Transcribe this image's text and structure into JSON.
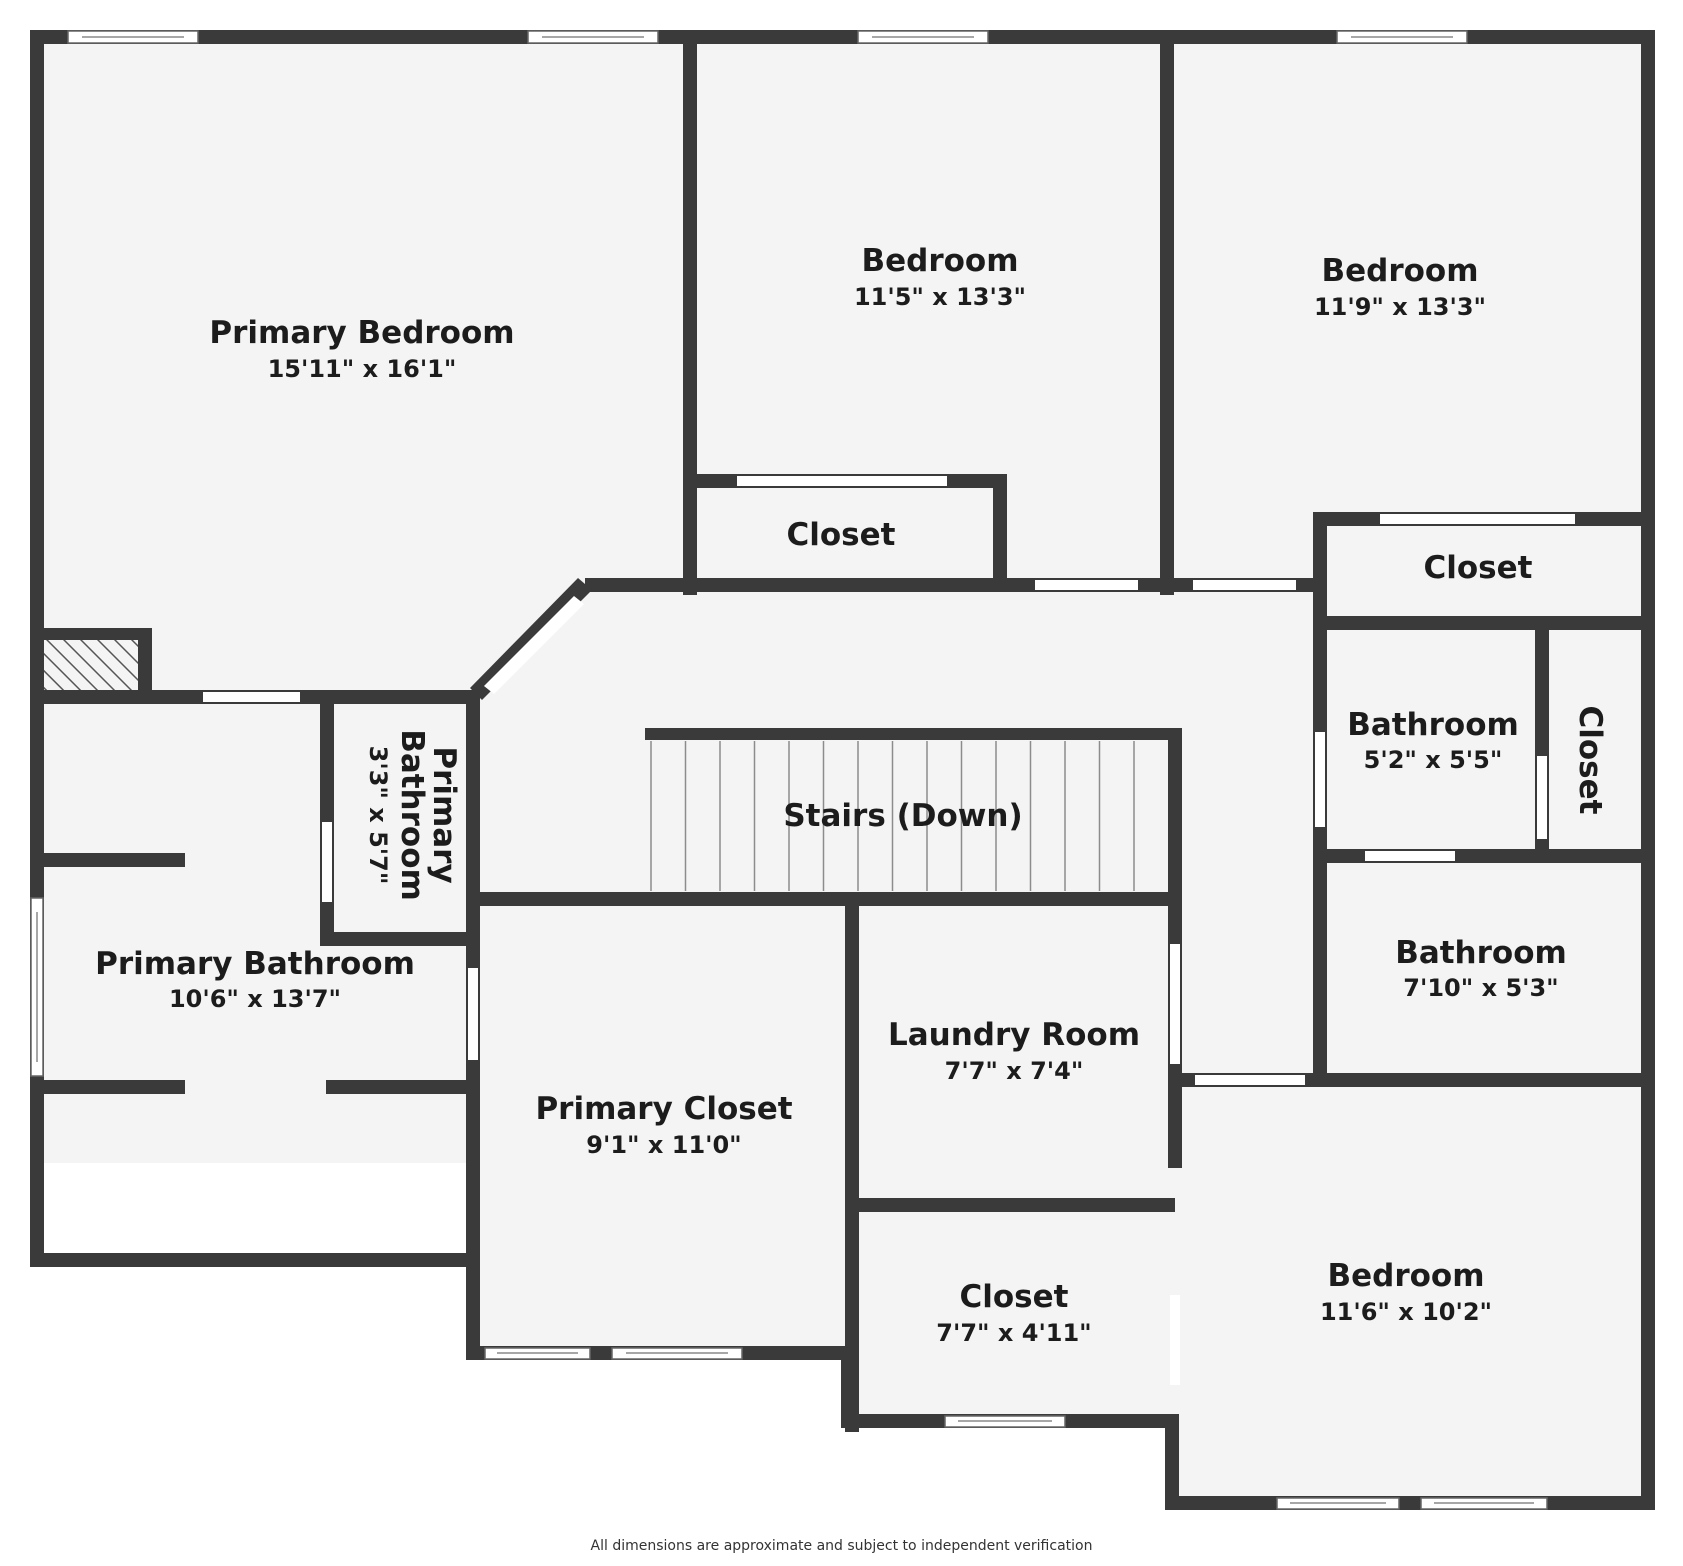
{
  "rooms": {
    "primary_bedroom": {
      "name": "Primary Bedroom",
      "size": "15'11\" x 16'1\""
    },
    "bedroom_1": {
      "name": "Bedroom",
      "size": "11'5\" x 13'3\""
    },
    "bedroom_2": {
      "name": "Bedroom",
      "size": "11'9\" x 13'3\""
    },
    "closet_1": {
      "name": "Closet"
    },
    "closet_2": {
      "name": "Closet"
    },
    "bathroom_1": {
      "name": "Bathroom",
      "size": "5'2\" x 5'5\""
    },
    "closet_3": {
      "name": "Closet"
    },
    "primary_bathroom_small": {
      "name_line1": "Primary",
      "name_line2": "Bathroom",
      "size": "3'3\" x 5'7\""
    },
    "stairs": {
      "name": "Stairs (Down)"
    },
    "primary_bathroom": {
      "name": "Primary Bathroom",
      "size": "10'6\" x 13'7\""
    },
    "bathroom_2": {
      "name": "Bathroom",
      "size": "7'10\" x 5'3\""
    },
    "laundry_room": {
      "name": "Laundry Room",
      "size": "7'7\" x 7'4\""
    },
    "primary_closet": {
      "name": "Primary Closet",
      "size": "9'1\" x 11'0\""
    },
    "closet_4": {
      "name": "Closet",
      "size": "7'7\" x 4'11\""
    },
    "bedroom_3": {
      "name": "Bedroom",
      "size": "11'6\" x 10'2\""
    }
  },
  "footnote": "All dimensions are approximate and subject to independent verification",
  "colors": {
    "wall": "#3a3a3a",
    "floor": "#f4f4f4",
    "background": "#ffffff",
    "text": "#1c1c1c"
  }
}
